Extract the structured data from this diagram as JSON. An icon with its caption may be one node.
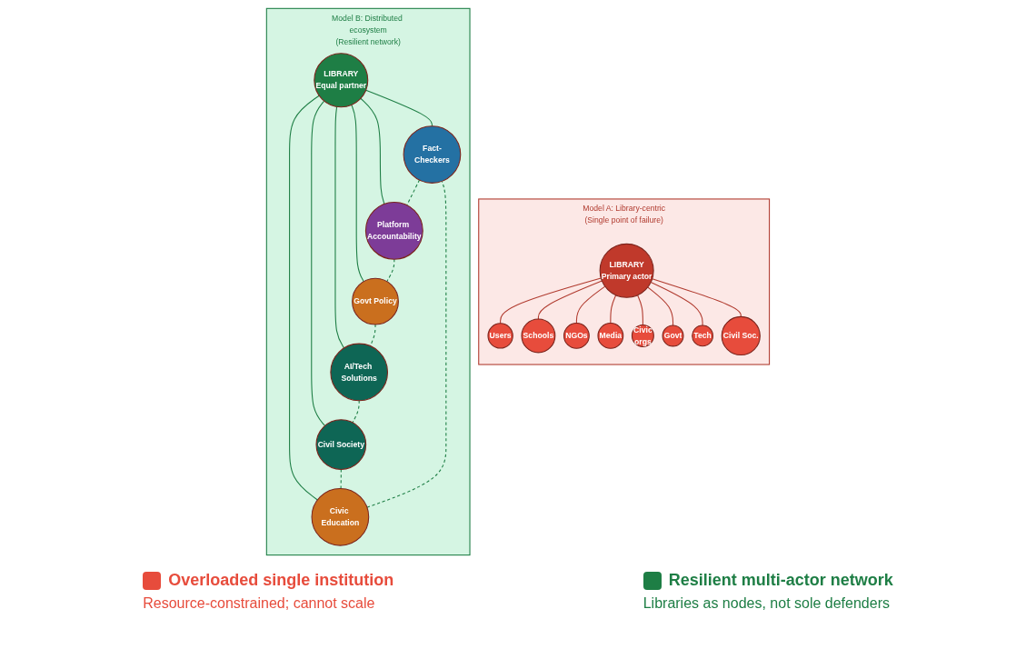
{
  "diagram": {
    "nodes": [
      {
        "text": [
          "Model A: Library-centric",
          "(Single point of failure)"
        ]
      },
      {
        "text": [
          "LIBRARY",
          "Primary actor"
        ],
        "in": 0
      },
      {
        "text": [
          "Users"
        ],
        "in": 0
      },
      {
        "text": [
          "Schools"
        ],
        "in": 0
      },
      {
        "text": [
          "NGOs"
        ],
        "in": 0
      },
      {
        "text": [
          "Media"
        ],
        "in": 0
      },
      {
        "text": [
          "Civic",
          "orgs"
        ],
        "in": 0
      },
      {
        "text": [
          "Govt"
        ],
        "in": 0
      },
      {
        "text": [
          "Tech"
        ],
        "in": 0
      },
      {
        "text": [
          "Civil Soc."
        ],
        "in": 0
      },
      {
        "text": [
          "Model B: Distributed ecosystem",
          "(Resilient network)"
        ]
      },
      {
        "text": [
          "LIBRARY",
          "Equal partner"
        ],
        "in": 10
      },
      {
        "text": [
          "Fact-Checkers"
        ],
        "in": 10
      },
      {
        "text": [
          "Platform Accountability"
        ],
        "in": 10
      },
      {
        "text": [
          "Civic Education"
        ],
        "in": 10
      },
      {
        "text": [
          "Govt Policy"
        ],
        "in": 10
      },
      {
        "text": [
          "Civil Society"
        ],
        "in": 10
      },
      {
        "text": [
          "AI/Tech Solutions"
        ],
        "in": 10
      }
    ],
    "edges": [
      {
        "from": 1,
        "to": 2,
        "arrow": "none",
        "color": "#b03a2e"
      },
      {
        "from": 1,
        "to": 3,
        "arrow": "none",
        "color": "#b03a2e"
      },
      {
        "from": 1,
        "to": 4,
        "arrow": "none",
        "color": "#b03a2e"
      },
      {
        "from": 1,
        "to": 5,
        "arrow": "none",
        "color": "#b03a2e"
      },
      {
        "from": 1,
        "to": 6,
        "arrow": "none",
        "color": "#b03a2e"
      },
      {
        "from": 1,
        "to": 7,
        "arrow": "none",
        "color": "#b03a2e"
      },
      {
        "from": 1,
        "to": 8,
        "arrow": "none",
        "color": "#b03a2e"
      },
      {
        "from": 1,
        "to": 9,
        "arrow": "none",
        "color": "#b03a2e"
      },
      {
        "from": 11,
        "to": 12,
        "arrow": "none"
      },
      {
        "from": 11,
        "to": 13,
        "arrow": "none"
      },
      {
        "from": 11,
        "to": 14,
        "arrow": "none"
      },
      {
        "from": 11,
        "to": 15,
        "arrow": "none"
      },
      {
        "from": 11,
        "to": 16,
        "arrow": "none"
      },
      {
        "from": 11,
        "to": 17,
        "arrow": "none"
      },
      {
        "from": 12,
        "to": 13,
        "arrow": "none",
        "style": "dashed"
      },
      {
        "from": 13,
        "to": 15,
        "arrow": "none",
        "style": "dashed"
      },
      {
        "from": 15,
        "to": 17,
        "arrow": "none",
        "style": "dashed"
      },
      {
        "from": 17,
        "to": 16,
        "arrow": "none",
        "style": "dashed"
      },
      {
        "from": 16,
        "to": 14,
        "arrow": "none",
        "style": "dashed"
      },
      {
        "from": 14,
        "to": 12,
        "arrow": "none",
        "style": "dashed"
      }
    ],
    "labels": [
      "Resource-constrained; cannot scale",
      "Libraries as nodes, not sole defenders"
    ],
    "legend": [
      {
        "text": "Overloaded single institution",
        "color": "#e74c3c"
      },
      {
        "text": "Resilient multi-actor network",
        "color": "#1e7e45"
      }
    ]
  }
}
